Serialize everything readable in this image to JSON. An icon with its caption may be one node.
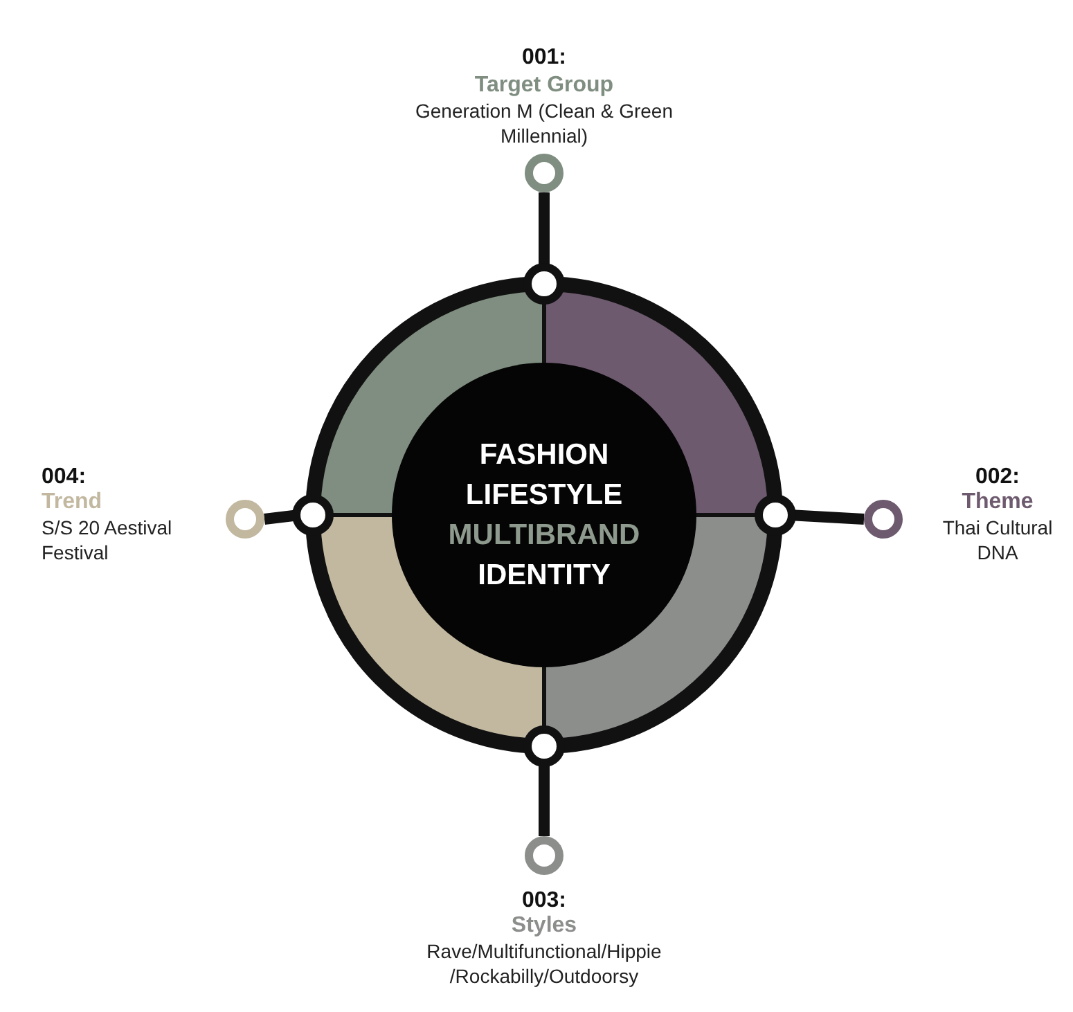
{
  "diagram": {
    "nodes": [
      {
        "text": [
          "FASHION LIFESTYLE",
          "MULTIBRAND",
          "IDENTITY"
        ]
      },
      {
        "text": [
          "001:",
          "Target Group",
          "Generation M (Clean & Green Millennial)"
        ]
      },
      {
        "text": [
          "002:",
          "Theme",
          "Thai Cultural DNA"
        ]
      },
      {
        "text": [
          "003:",
          "Styles",
          "Rave/Multifunctional/Hippie /Rockabilly/Outdoorsy"
        ]
      },
      {
        "text": [
          "004:",
          "Trend",
          "S/S 20 Aestival Festival"
        ]
      }
    ],
    "edges": [
      {
        "from": 0,
        "to": 1,
        "arrow": "none"
      },
      {
        "from": 0,
        "to": 2,
        "arrow": "none"
      },
      {
        "from": 0,
        "to": 3,
        "arrow": "none"
      },
      {
        "from": 0,
        "to": 4,
        "arrow": "none"
      }
    ]
  }
}
